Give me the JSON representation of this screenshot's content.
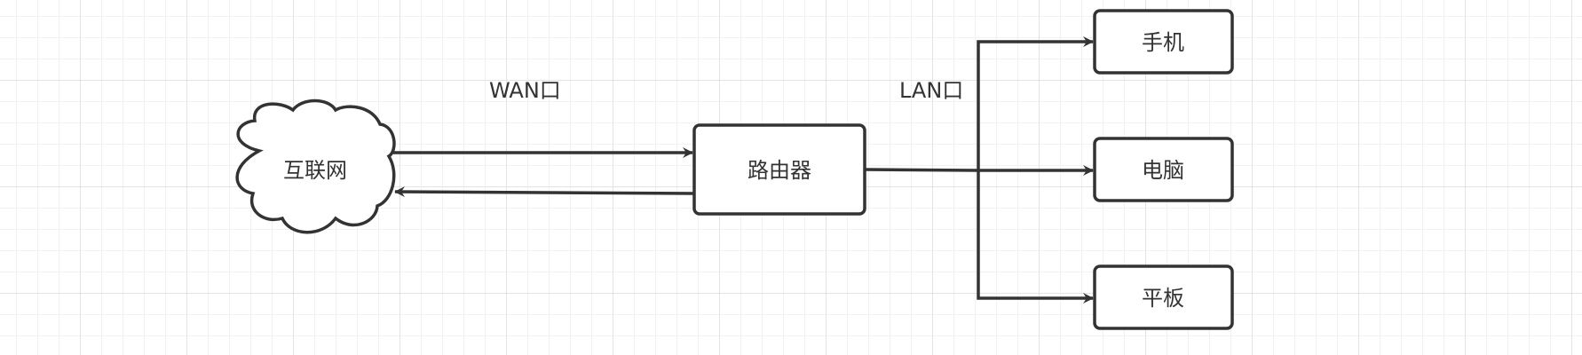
{
  "colors": {
    "stroke": "#333333",
    "fill": "#ffffff",
    "text": "#333333",
    "grid": "#e3e3e3"
  },
  "nodes": {
    "internet": {
      "label": "互联网",
      "shape": "cloud"
    },
    "router": {
      "label": "路由器",
      "shape": "rounded-rect"
    },
    "phone": {
      "label": "手机",
      "shape": "rounded-rect"
    },
    "computer": {
      "label": "电脑",
      "shape": "rounded-rect"
    },
    "tablet": {
      "label": "平板",
      "shape": "rounded-rect"
    }
  },
  "edge_labels": {
    "wan": "WAN口",
    "lan": "LAN口"
  },
  "edges": [
    {
      "from": "internet",
      "to": "router"
    },
    {
      "from": "router",
      "to": "internet"
    },
    {
      "from": "router",
      "to": "phone"
    },
    {
      "from": "router",
      "to": "computer"
    },
    {
      "from": "router",
      "to": "tablet"
    }
  ]
}
